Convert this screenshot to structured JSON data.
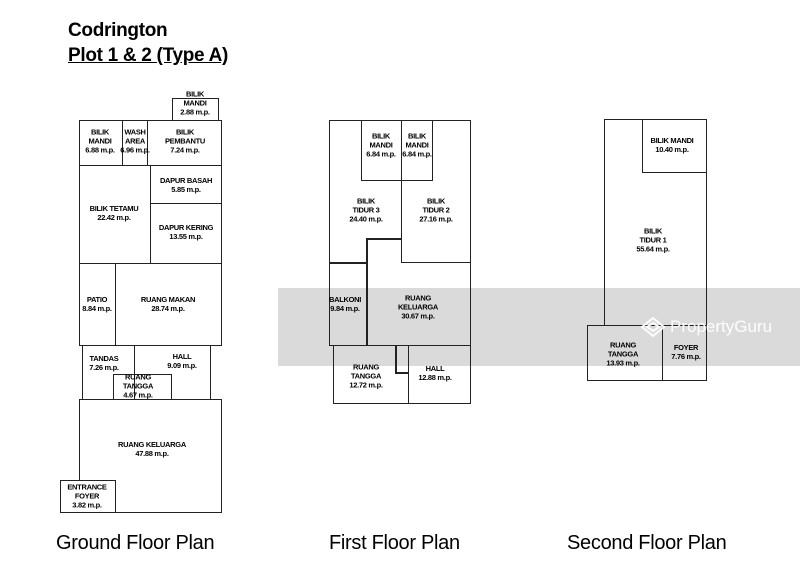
{
  "title": {
    "line1": "Codrington",
    "line2": "Plot 1 & 2 (Type A)"
  },
  "plans": {
    "ground": {
      "label": "Ground Floor Plan",
      "rooms": [
        {
          "name": "BILIK\nMANDI",
          "area": "2.88 m.p."
        },
        {
          "name": "BILIK\nMANDI",
          "area": "6.88 m.p."
        },
        {
          "name": "WASH\nAREA",
          "area": "6.96 m.p."
        },
        {
          "name": "BILIK\nPEMBANTU",
          "area": "7.24 m.p."
        },
        {
          "name": "BILIK TETAMU",
          "area": "22.42 m.p."
        },
        {
          "name": "DAPUR BASAH",
          "area": "5.85 m.p."
        },
        {
          "name": "DAPUR KERING",
          "area": "13.55 m.p."
        },
        {
          "name": "PATIO",
          "area": "8.84 m.p."
        },
        {
          "name": "RUANG MAKAN",
          "area": "28.74 m.p."
        },
        {
          "name": "TANDAS",
          "area": "7.26 m.p."
        },
        {
          "name": "HALL",
          "area": "9.09 m.p."
        },
        {
          "name": "RUANG\nTANGGA",
          "area": "4.67 m.p."
        },
        {
          "name": "RUANG KELUARGA",
          "area": "47.88 m.p."
        },
        {
          "name": "ENTRANCE\nFOYER",
          "area": "3.82 m.p."
        }
      ]
    },
    "first": {
      "label": "First Floor Plan",
      "rooms": [
        {
          "name": "BILIK\nMANDI",
          "area": "6.84 m.p."
        },
        {
          "name": "BILIK\nMANDI",
          "area": "6.84 m.p."
        },
        {
          "name": "BILIK\nTIDUR 3",
          "area": "24.40 m.p."
        },
        {
          "name": "BILIK\nTIDUR 2",
          "area": "27.16 m.p."
        },
        {
          "name": "BALKONI",
          "area": "9.84 m.p."
        },
        {
          "name": "RUANG\nKELUARGA",
          "area": "30.67 m.p."
        },
        {
          "name": "RUANG\nTANGGA",
          "area": "12.72 m.p."
        },
        {
          "name": "HALL",
          "area": "12.88 m.p."
        }
      ]
    },
    "second": {
      "label": "Second Floor Plan",
      "rooms": [
        {
          "name": "BILIK MANDI",
          "area": "10.40 m.p."
        },
        {
          "name": "BILIK\nTIDUR 1",
          "area": "55.64 m.p."
        },
        {
          "name": "RUANG\nTANGGA",
          "area": "13.93 m.p."
        },
        {
          "name": "FOYER",
          "area": "7.76 m.p."
        }
      ]
    }
  },
  "watermark": {
    "text": "PropertyGuru"
  }
}
